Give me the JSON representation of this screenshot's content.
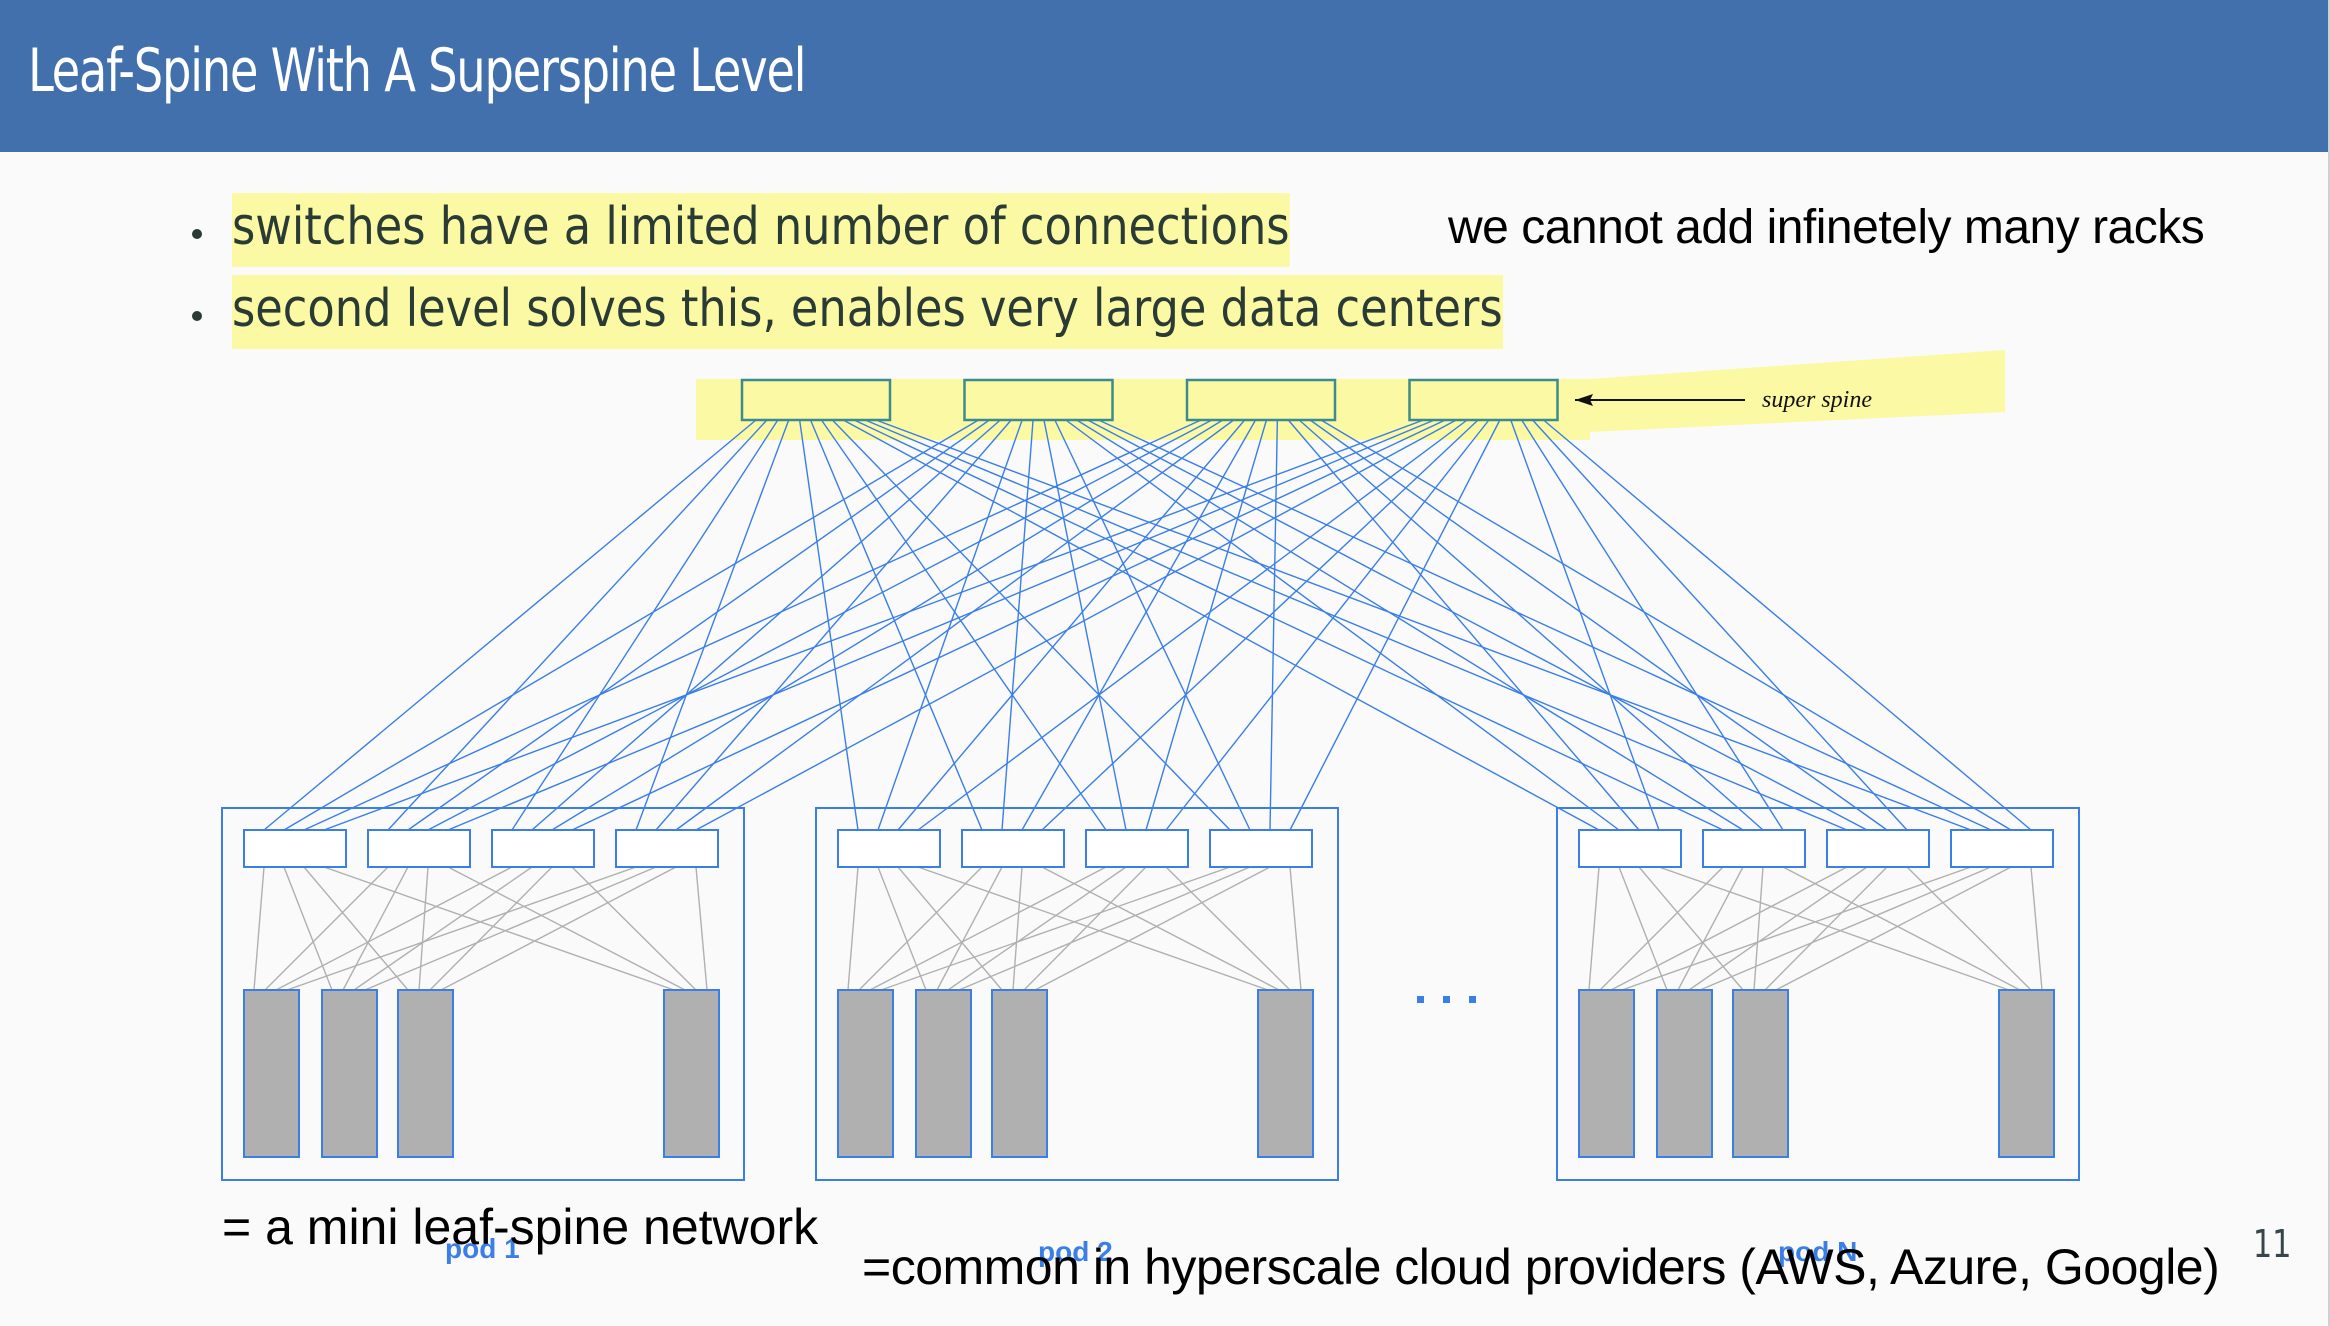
{
  "slide": {
    "title": "Leaf-Spine With A Superspine Level",
    "page_number": "11",
    "colors": {
      "header_bg": "#4170ad",
      "highlight": "#fbf9a3",
      "link_blue": "#3a7ee8",
      "link_gray": "#b0b0b0",
      "rack_fill": "#b0b0b0",
      "superspine_stroke": "#3f8a8c"
    }
  },
  "bullets": [
    {
      "text": "switches have a limited number of connections"
    },
    {
      "text": "second level solves this, enables very large data centers"
    }
  ],
  "annotations": {
    "right_note": "we cannot add infinetely many racks",
    "super_spine_label": "super spine",
    "mini_network": "= a mini leaf-spine network",
    "hyperscale": "=common in hyperscale cloud providers (AWS, Azure, Google)"
  },
  "diagram": {
    "super_spine_count": 4,
    "ellipsis": "...",
    "pods": [
      {
        "label": "pod 1",
        "spines": 4,
        "racks": 4
      },
      {
        "label": "pod 2",
        "spines": 4,
        "racks": 4
      },
      {
        "label": "pod N",
        "spines": 4,
        "racks": 4
      }
    ]
  }
}
